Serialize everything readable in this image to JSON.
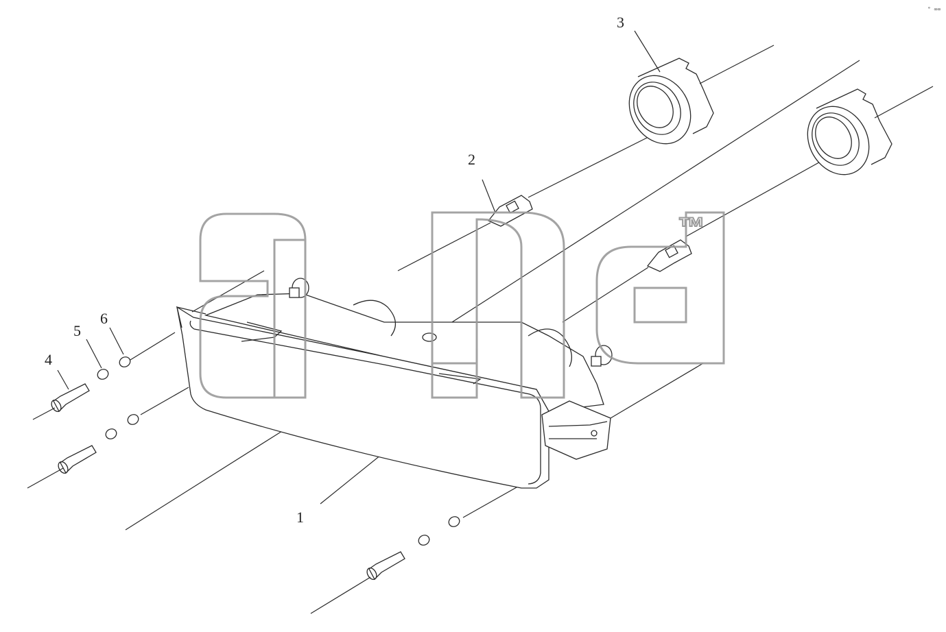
{
  "watermark": {
    "trademark": "™"
  },
  "corner_mark": "° ∞∞",
  "callouts": [
    "1",
    "2",
    "3",
    "4",
    "5",
    "6"
  ],
  "colors": {
    "line": "#2a2a2a",
    "watermark": "#9a9a9a",
    "background": "#ffffff"
  }
}
